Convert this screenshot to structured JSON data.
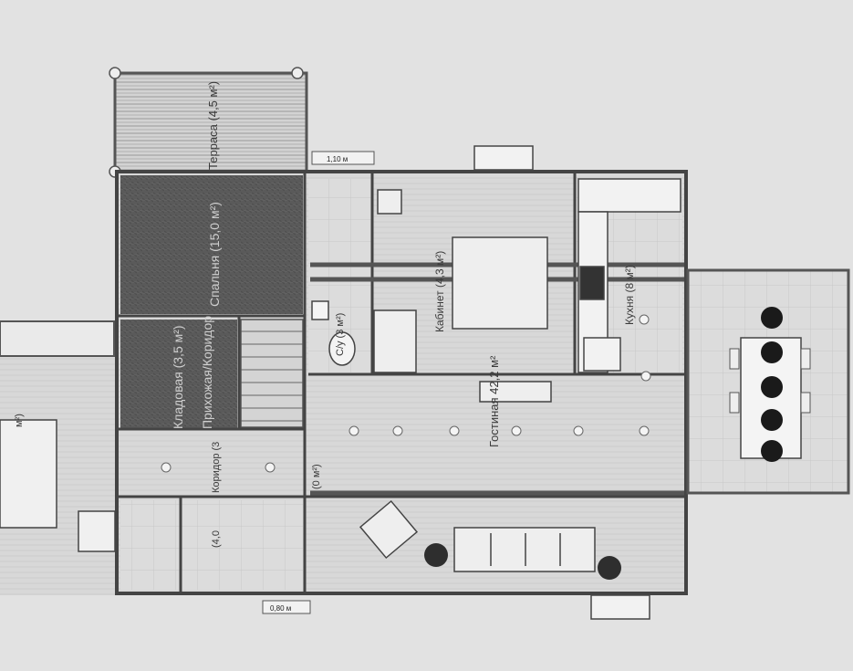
{
  "dimensions": {
    "width_top": "1,10 м",
    "width_bottom": "0,80 м"
  },
  "rooms": {
    "terrace": "Терраса (4,5 м²)",
    "hallway": "Прихожая/Коридор",
    "bedroom": "Спальня (15,0 м²)",
    "pantry": "Кладовая (3,5 м²)",
    "bath_upper": "С/у (3 м²)",
    "cabinet": "Кабинет (4,3 м²)",
    "kitchen": "Кухня (8 м²)",
    "living": "Гостиная 42,2 м²",
    "corridor": "Коридор (3",
    "bath_lower": "(4,0",
    "small": "(0 м²)",
    "left_room": "м²)"
  }
}
